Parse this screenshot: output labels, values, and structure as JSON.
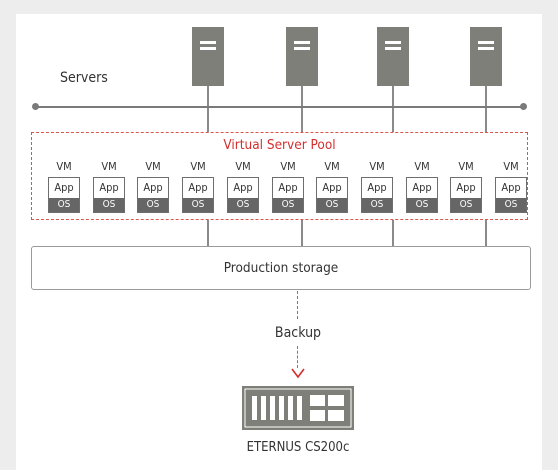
{
  "servers": {
    "label": "Servers",
    "items": [
      {
        "icon": "server-tower-icon"
      },
      {
        "icon": "server-tower-icon"
      },
      {
        "icon": "server-tower-icon"
      },
      {
        "icon": "server-tower-icon"
      }
    ]
  },
  "pool": {
    "title": "Virtual Server Pool",
    "vms": [
      {
        "vm": "VM",
        "app": "App",
        "os": "OS"
      },
      {
        "vm": "VM",
        "app": "App",
        "os": "OS"
      },
      {
        "vm": "VM",
        "app": "App",
        "os": "OS"
      },
      {
        "vm": "VM",
        "app": "App",
        "os": "OS"
      },
      {
        "vm": "VM",
        "app": "App",
        "os": "OS"
      },
      {
        "vm": "VM",
        "app": "App",
        "os": "OS"
      },
      {
        "vm": "VM",
        "app": "App",
        "os": "OS"
      },
      {
        "vm": "VM",
        "app": "App",
        "os": "OS"
      },
      {
        "vm": "VM",
        "app": "App",
        "os": "OS"
      },
      {
        "vm": "VM",
        "app": "App",
        "os": "OS"
      },
      {
        "vm": "VM",
        "app": "App",
        "os": "OS"
      }
    ]
  },
  "storage": {
    "label": "Production storage"
  },
  "backup": {
    "label": "Backup"
  },
  "appliance": {
    "label": "ETERNUS CS200c",
    "icon": "storage-appliance-icon"
  },
  "colors": {
    "accent": "#d32f2f",
    "server": "#7f7f7a",
    "line": "#7a7a7a",
    "os_bar": "#666666"
  }
}
